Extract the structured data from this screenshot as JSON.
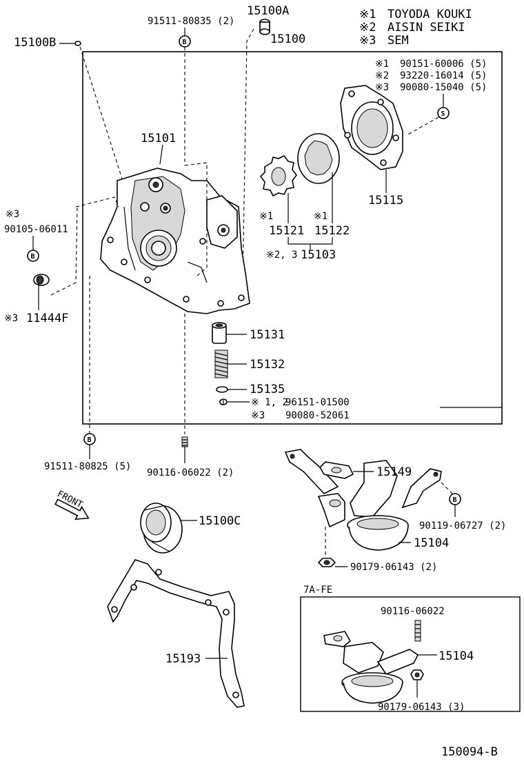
{
  "legend": {
    "entries": [
      {
        "mark": "※1",
        "text": "TOYODA KOUKI"
      },
      {
        "mark": "※2",
        "text": "AISIN SEIKI"
      },
      {
        "mark": "※3",
        "text": "SEM"
      }
    ]
  },
  "bolt_badges": {
    "b": "B",
    "s": "S"
  },
  "callouts": {
    "p15100": "15100",
    "p15100a": "15100A",
    "p15100b": "15100B",
    "p91511_80835": "91511-80835 (2)",
    "p15101": "15101",
    "screws": [
      {
        "mark": "※1",
        "text": "90151-60006 (5)"
      },
      {
        "mark": "※2",
        "text": "93220-16014 (5)"
      },
      {
        "mark": "※3",
        "text": "90080-15040 (5)"
      }
    ],
    "p15115": "15115",
    "gear_mark_15121": "※1",
    "gear_mark_15122": "※1",
    "p15121": "15121",
    "p15122": "15122",
    "p15103_mark": "※2, 3",
    "p15103": "15103",
    "p90105_mark": "※3",
    "p90105": "90105-06011",
    "p11444f_mark": "※3",
    "p11444f": "11444F",
    "p15131": "15131",
    "p15132": "15132",
    "p15135": "15135",
    "plug_a_mark": "※ 1, 2",
    "plug_a": "96151-01500",
    "plug_b_mark": "※3",
    "plug_b": "90080-52061",
    "p91511_80825": "91511-80825 (5)",
    "p90116_06022_2": "90116-06022 (2)",
    "front": "FRONT",
    "p15100c": "15100C",
    "p15149": "15149",
    "p90119_06727": "90119-06727 (2)",
    "p15104": "15104",
    "p90179_06143_2": "90179-06143 (2)",
    "p15193": "15193"
  },
  "inset": {
    "title": "7A-FE",
    "bolt": "90116-06022",
    "strainer": "15104",
    "nut": "90179-06143 (3)"
  },
  "figure_id": "150094-B"
}
